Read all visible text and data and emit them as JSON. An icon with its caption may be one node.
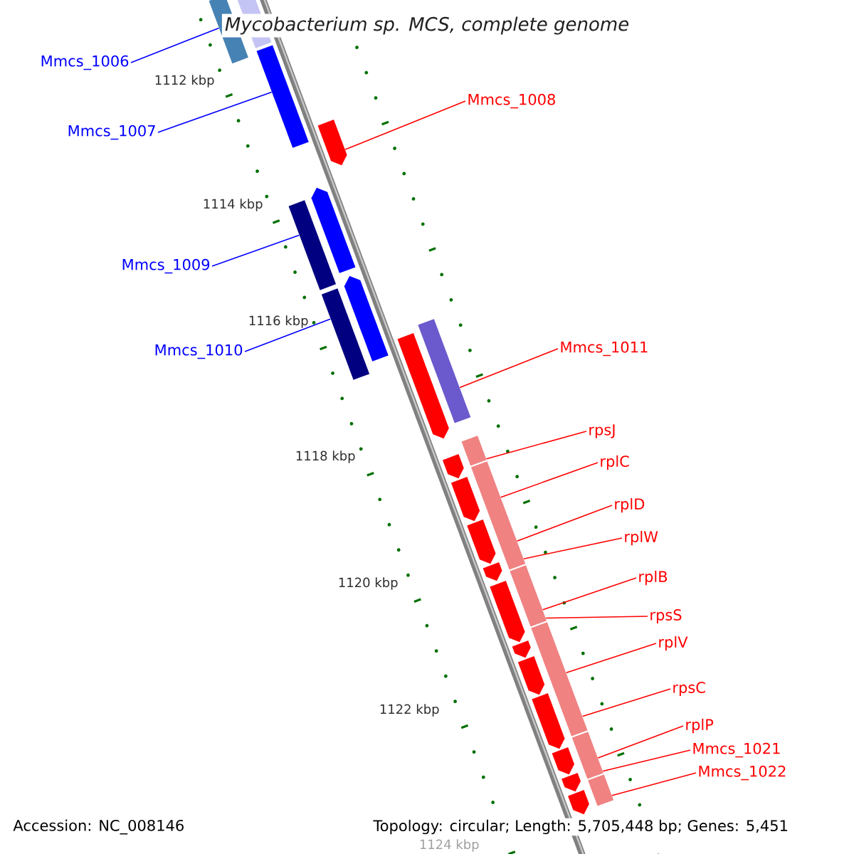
{
  "diagram": {
    "title": "Mycobacterium sp. MCS, complete genome",
    "nodes": [
      {
        "text": [
          "Mmcs_1006"
        ]
      },
      {
        "text": [
          "Mmcs_1008"
        ]
      },
      {
        "text": [
          "Mmcs_1007"
        ]
      },
      {
        "text": [
          "Mmcs_1009"
        ]
      },
      {
        "text": [
          "Mmcs_1011"
        ]
      },
      {
        "text": [
          "Mmcs_1010"
        ]
      },
      {
        "text": [
          "rpsJ"
        ]
      },
      {
        "text": [
          "rplC"
        ]
      },
      {
        "text": [
          "rplD"
        ]
      },
      {
        "text": [
          "rplW"
        ]
      },
      {
        "text": [
          "rplB"
        ]
      },
      {
        "text": [
          "rpsS"
        ]
      },
      {
        "text": [
          "rplV"
        ]
      },
      {
        "text": [
          "rpsC"
        ]
      },
      {
        "text": [
          "rplP"
        ]
      },
      {
        "text": [
          "Mmcs_1021"
        ]
      },
      {
        "text": [
          "Mmcs_1022"
        ]
      },
      {
        "text": [],
        "shape": "bar"
      },
      {
        "text": [],
        "shape": "bar"
      },
      {
        "text": [],
        "shape": "bar"
      },
      {
        "text": [],
        "shape": "bar"
      },
      {
        "text": [],
        "shape": "bar"
      },
      {
        "text": [],
        "shape": "bar"
      },
      {
        "text": [],
        "shape": "bar"
      },
      {
        "text": [],
        "shape": "bar"
      },
      {
        "text": [],
        "shape": "bar"
      },
      {
        "text": [],
        "shape": "arrow"
      },
      {
        "text": [],
        "shape": "arrow"
      },
      {
        "text": [],
        "shape": "bar"
      },
      {
        "text": [],
        "shape": "arrow"
      },
      {
        "text": [],
        "shape": "bar"
      },
      {
        "text": [],
        "shape": "bar"
      },
      {
        "text": [],
        "shape": "arrow"
      },
      {
        "text": [],
        "shape": "arrow"
      },
      {
        "text": [],
        "shape": "arrow"
      },
      {
        "text": [],
        "shape": "arrow"
      },
      {
        "text": [],
        "shape": "arrow"
      },
      {
        "text": [],
        "shape": "arrow"
      },
      {
        "text": [],
        "shape": "arrow"
      },
      {
        "text": [],
        "shape": "arrow"
      },
      {
        "text": [],
        "shape": "arrow"
      },
      {
        "text": [],
        "shape": "arrow"
      },
      {
        "text": [],
        "shape": "arrow"
      },
      {
        "text": [],
        "shape": "arrow"
      }
    ],
    "edges": [
      {
        "from": 0,
        "to": 23,
        "arrow": "none",
        "color": "#0000ff"
      },
      {
        "from": 1,
        "to": 26,
        "arrow": "none"
      },
      {
        "from": 2,
        "to": 25,
        "arrow": "none",
        "color": "#0000ff"
      },
      {
        "from": 3,
        "to": 28,
        "arrow": "none",
        "color": "#0000ff"
      },
      {
        "from": 4,
        "to": 31,
        "arrow": "none"
      },
      {
        "from": 5,
        "to": 30,
        "arrow": "none",
        "color": "#0000ff"
      },
      {
        "from": 6,
        "to": 17,
        "arrow": "none"
      },
      {
        "from": 7,
        "to": 18,
        "arrow": "none"
      },
      {
        "from": 8,
        "to": 18,
        "arrow": "none"
      },
      {
        "from": 9,
        "to": 18,
        "arrow": "none"
      },
      {
        "from": 10,
        "to": 19,
        "arrow": "none"
      },
      {
        "from": 11,
        "to": 19,
        "arrow": "none"
      },
      {
        "from": 12,
        "to": 20,
        "arrow": "none"
      },
      {
        "from": 13,
        "to": 20,
        "arrow": "none"
      },
      {
        "from": 14,
        "to": 21,
        "arrow": "none"
      },
      {
        "from": 15,
        "to": 21,
        "arrow": "none"
      },
      {
        "from": 16,
        "to": 22,
        "arrow": "none"
      }
    ],
    "labels": [
      "1112 kbp",
      "1114 kbp",
      "1116 kbp",
      "1118 kbp",
      "1120 kbp",
      "1122 kbp",
      "1124 kbp",
      "Accession: NC_008146",
      "Topology: circular; Length: 5,705,448 bp; Genes: 5,451"
    ]
  }
}
